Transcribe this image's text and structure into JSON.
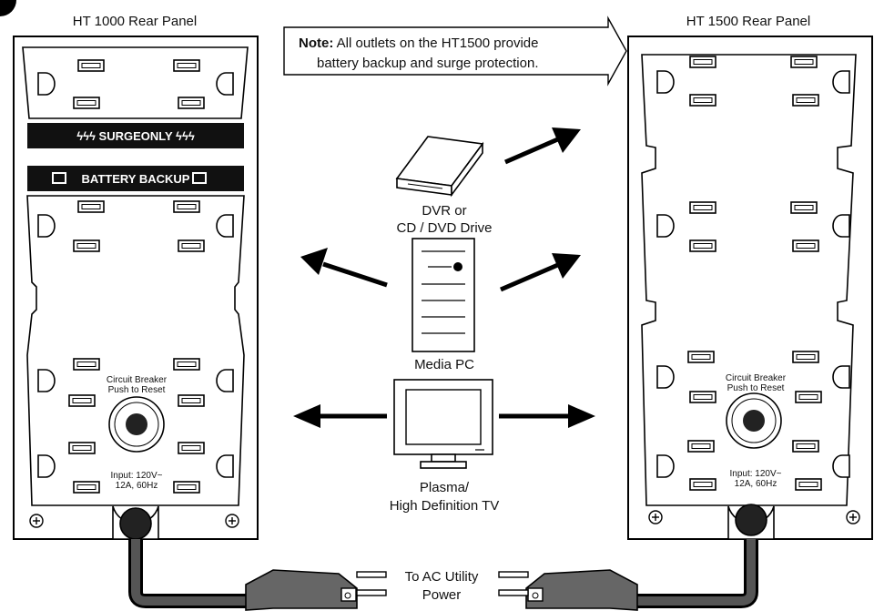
{
  "diagram": {
    "left_panel": {
      "title": "HT 1000 Rear Panel",
      "surge_banner": "ϟϟϟ SURGEONLY ϟϟϟ",
      "battery_banner": "BATTERY BACKUP",
      "breaker_line1": "Circuit Breaker",
      "breaker_line2": "Push to Reset",
      "input_line1": "Input: 120V~",
      "input_line2": "12A, 60Hz"
    },
    "right_panel": {
      "title": "HT 1500 Rear Panel",
      "breaker_line1": "Circuit Breaker",
      "breaker_line2": "Push to Reset",
      "input_line1": "Input: 120V~",
      "input_line2": "12A, 60Hz"
    },
    "note": {
      "label": "Note:",
      "line1_rest": " All outlets on the HT1500  provide",
      "line2": "battery backup and surge protection."
    },
    "devices": {
      "dvr_line1": "DVR or",
      "dvr_line2": "CD / DVD Drive",
      "pc": "Media PC",
      "tv_line1": "Plasma/",
      "tv_line2": "High Definition TV"
    },
    "power": {
      "line1": "To AC Utility",
      "line2": "Power"
    }
  }
}
